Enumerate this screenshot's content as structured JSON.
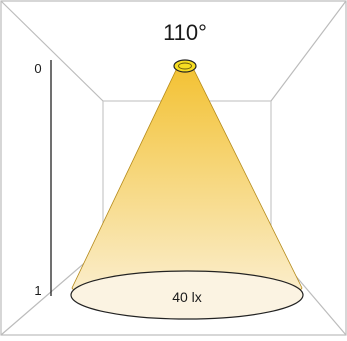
{
  "beam_angle": "110°",
  "scale": {
    "top": "0",
    "bottom": "1"
  },
  "illuminance": "40 lx",
  "colors": {
    "frame": "#bcbcbc",
    "inner_box": "#c8c8c8",
    "scale_line": "#111111",
    "beam_top": "#f3c234",
    "beam_bottom": "#fbf1d8",
    "lamp_fill": "#f6dd22",
    "outline": "#222222"
  }
}
